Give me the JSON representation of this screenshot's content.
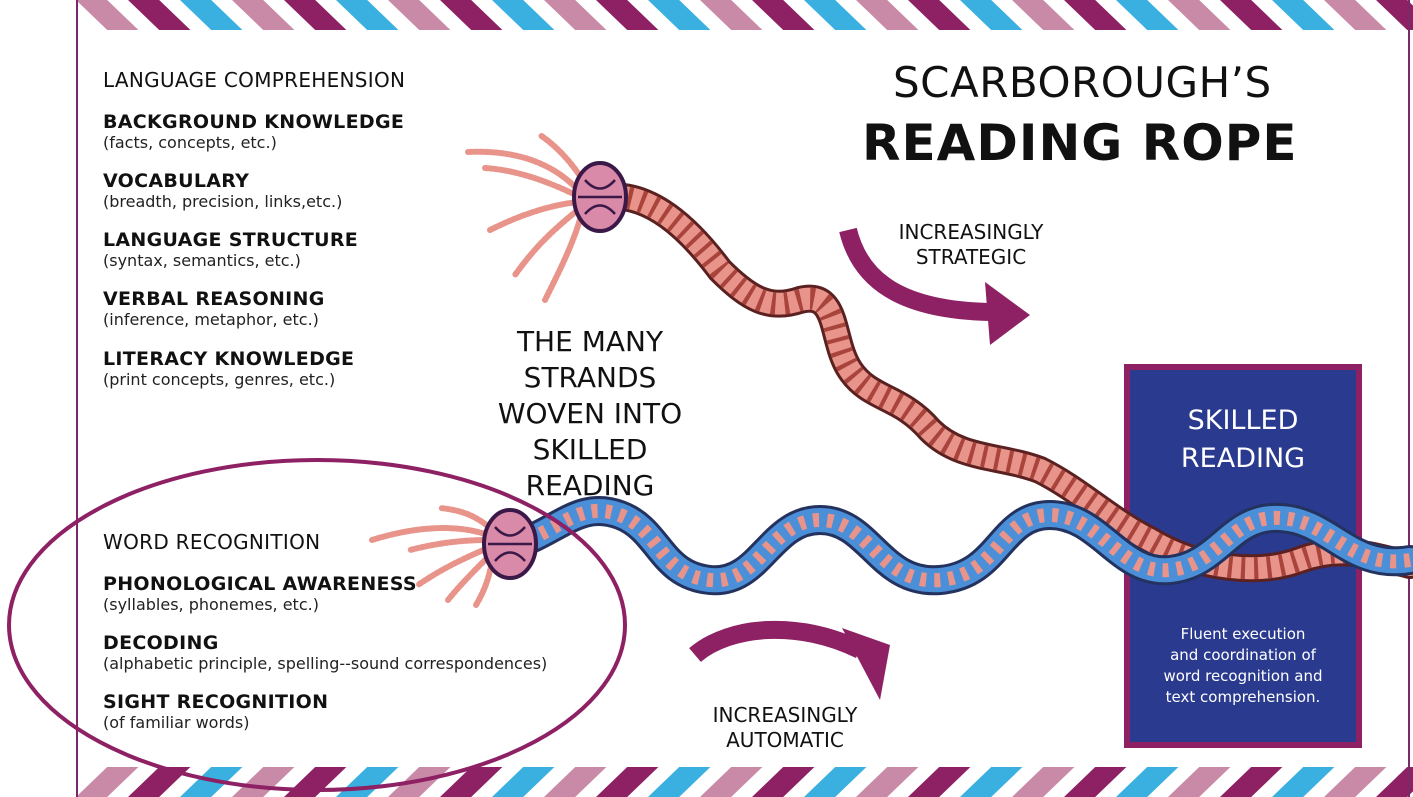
{
  "title": {
    "line1": "SCARBOROUGH’S",
    "line2": "READING ROPE"
  },
  "language_comprehension": {
    "heading": "LANGUAGE COMPREHENSION",
    "items": [
      {
        "title": "BACKGROUND KNOWLEDGE",
        "sub": "(facts, concepts, etc.)"
      },
      {
        "title": "VOCABULARY",
        "sub": "(breadth, precision, links,etc.)"
      },
      {
        "title": "LANGUAGE STRUCTURE",
        "sub": "(syntax, semantics, etc.)"
      },
      {
        "title": "VERBAL REASONING",
        "sub": "(inference, metaphor, etc.)"
      },
      {
        "title": "LITERACY KNOWLEDGE",
        "sub": "(print concepts, genres, etc.)"
      }
    ]
  },
  "word_recognition": {
    "heading": "WORD RECOGNITION",
    "items": [
      {
        "title": "PHONOLOGICAL AWARENESS",
        "sub": "(syllables, phonemes, etc.)"
      },
      {
        "title": "DECODING",
        "sub": "(alphabetic principle, spelling--sound correspondences)"
      },
      {
        "title": "SIGHT RECOGNITION",
        "sub": "(of familiar words)"
      }
    ]
  },
  "center": {
    "lines": [
      "THE MANY",
      "STRANDS",
      "WOVEN INTO",
      "SKILLED READING"
    ]
  },
  "strategic": {
    "line1": "INCREASINGLY",
    "line2": "STRATEGIC"
  },
  "automatic": {
    "line1": "INCREASINGLY",
    "line2": "AUTOMATIC"
  },
  "skilled": {
    "title_line1": "SKILLED",
    "title_line2": "READING",
    "desc_lines": [
      "Fluent execution",
      "and coordination of",
      "word recognition and",
      "text comprehension."
    ]
  },
  "colors": {
    "magenta": "#8e2064",
    "navy": "#2a3a8f",
    "rope_pink": "#e8948a",
    "rope_blue": "#4a8fd8",
    "border_pink": "#c98aa8",
    "border_cyan": "#3ab0e0"
  }
}
